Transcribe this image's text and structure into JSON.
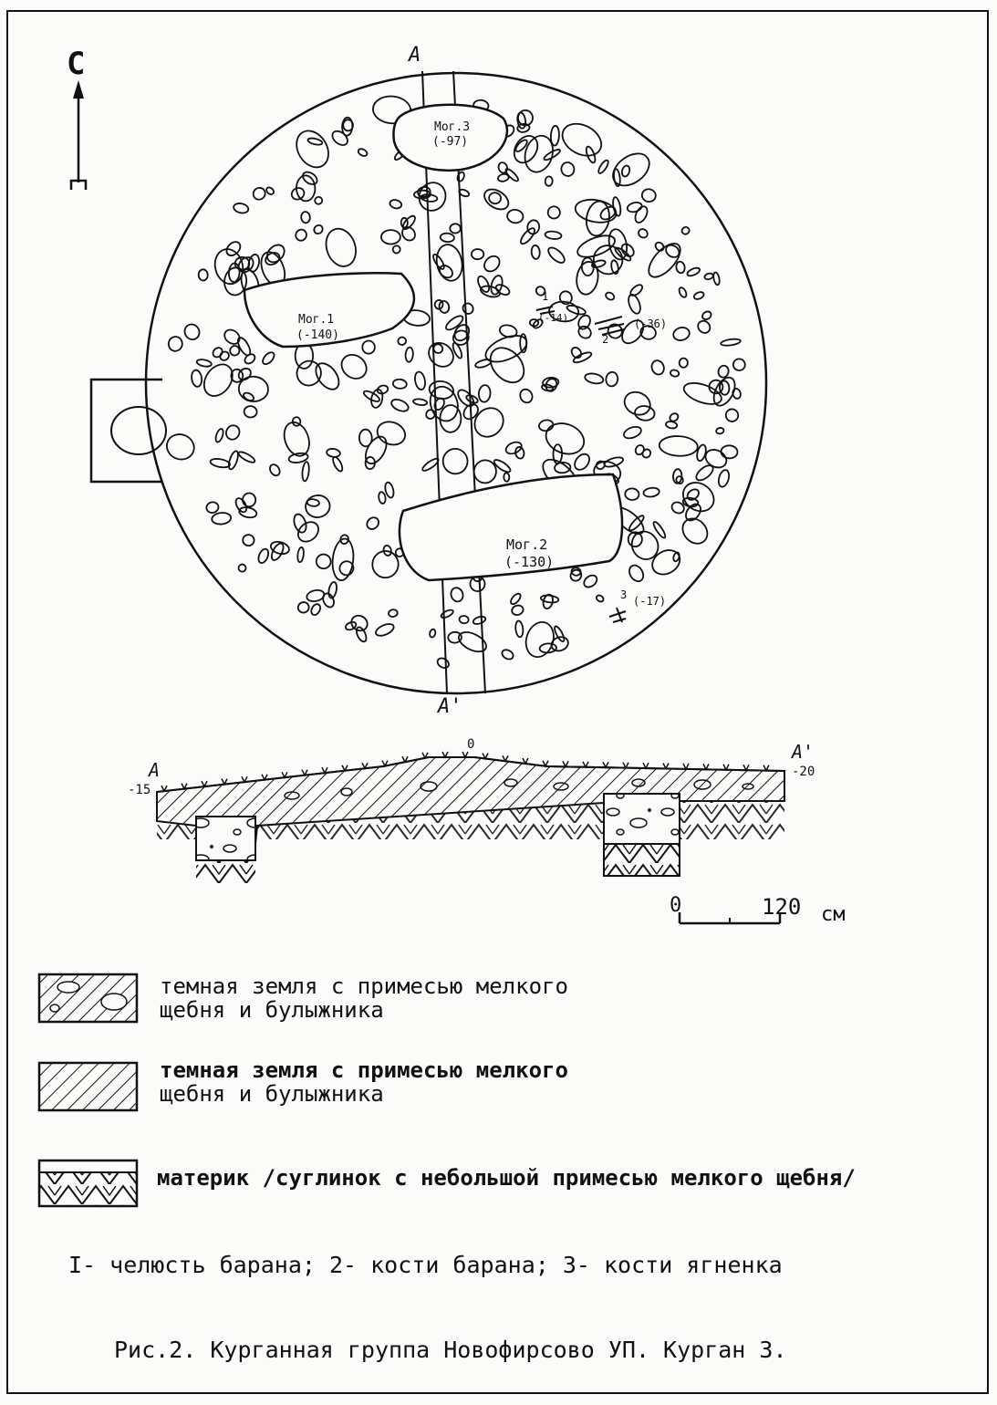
{
  "north": {
    "label": "С"
  },
  "section": {
    "a_top": "А",
    "a_bottom": "А'",
    "a_left": "А",
    "a_right": "А'",
    "left_depth": "-15",
    "right_depth": "-20",
    "zero": "0"
  },
  "graves": [
    {
      "label": "Мог.3",
      "depth": "(-97)"
    },
    {
      "label": "Мог.1",
      "depth": "(-140)"
    },
    {
      "label": "Мог.2",
      "depth": "(-130)"
    }
  ],
  "finds": [
    {
      "num": "1",
      "depth": "(-14)"
    },
    {
      "num": "2",
      "depth": "(-36)"
    },
    {
      "num": "3",
      "depth": "(-17)"
    }
  ],
  "scale": {
    "start": "0",
    "end": "120",
    "unit": "см"
  },
  "legend": [
    {
      "line1": "темная земля с примесью мелкого",
      "line2": "щебня и булыжника"
    },
    {
      "line1": "темная земля с примесью мелкого",
      "line2": "щебня и булыжника"
    },
    {
      "line1": "материк /суглинок с небольшой примесью мелкого щебня/",
      "line2": ""
    }
  ],
  "notes": "I- челюсть барана; 2- кости барана; 3- кости ягненка",
  "caption": "Рис.2. Курганная группа Новофирсово УП. Курган 3."
}
